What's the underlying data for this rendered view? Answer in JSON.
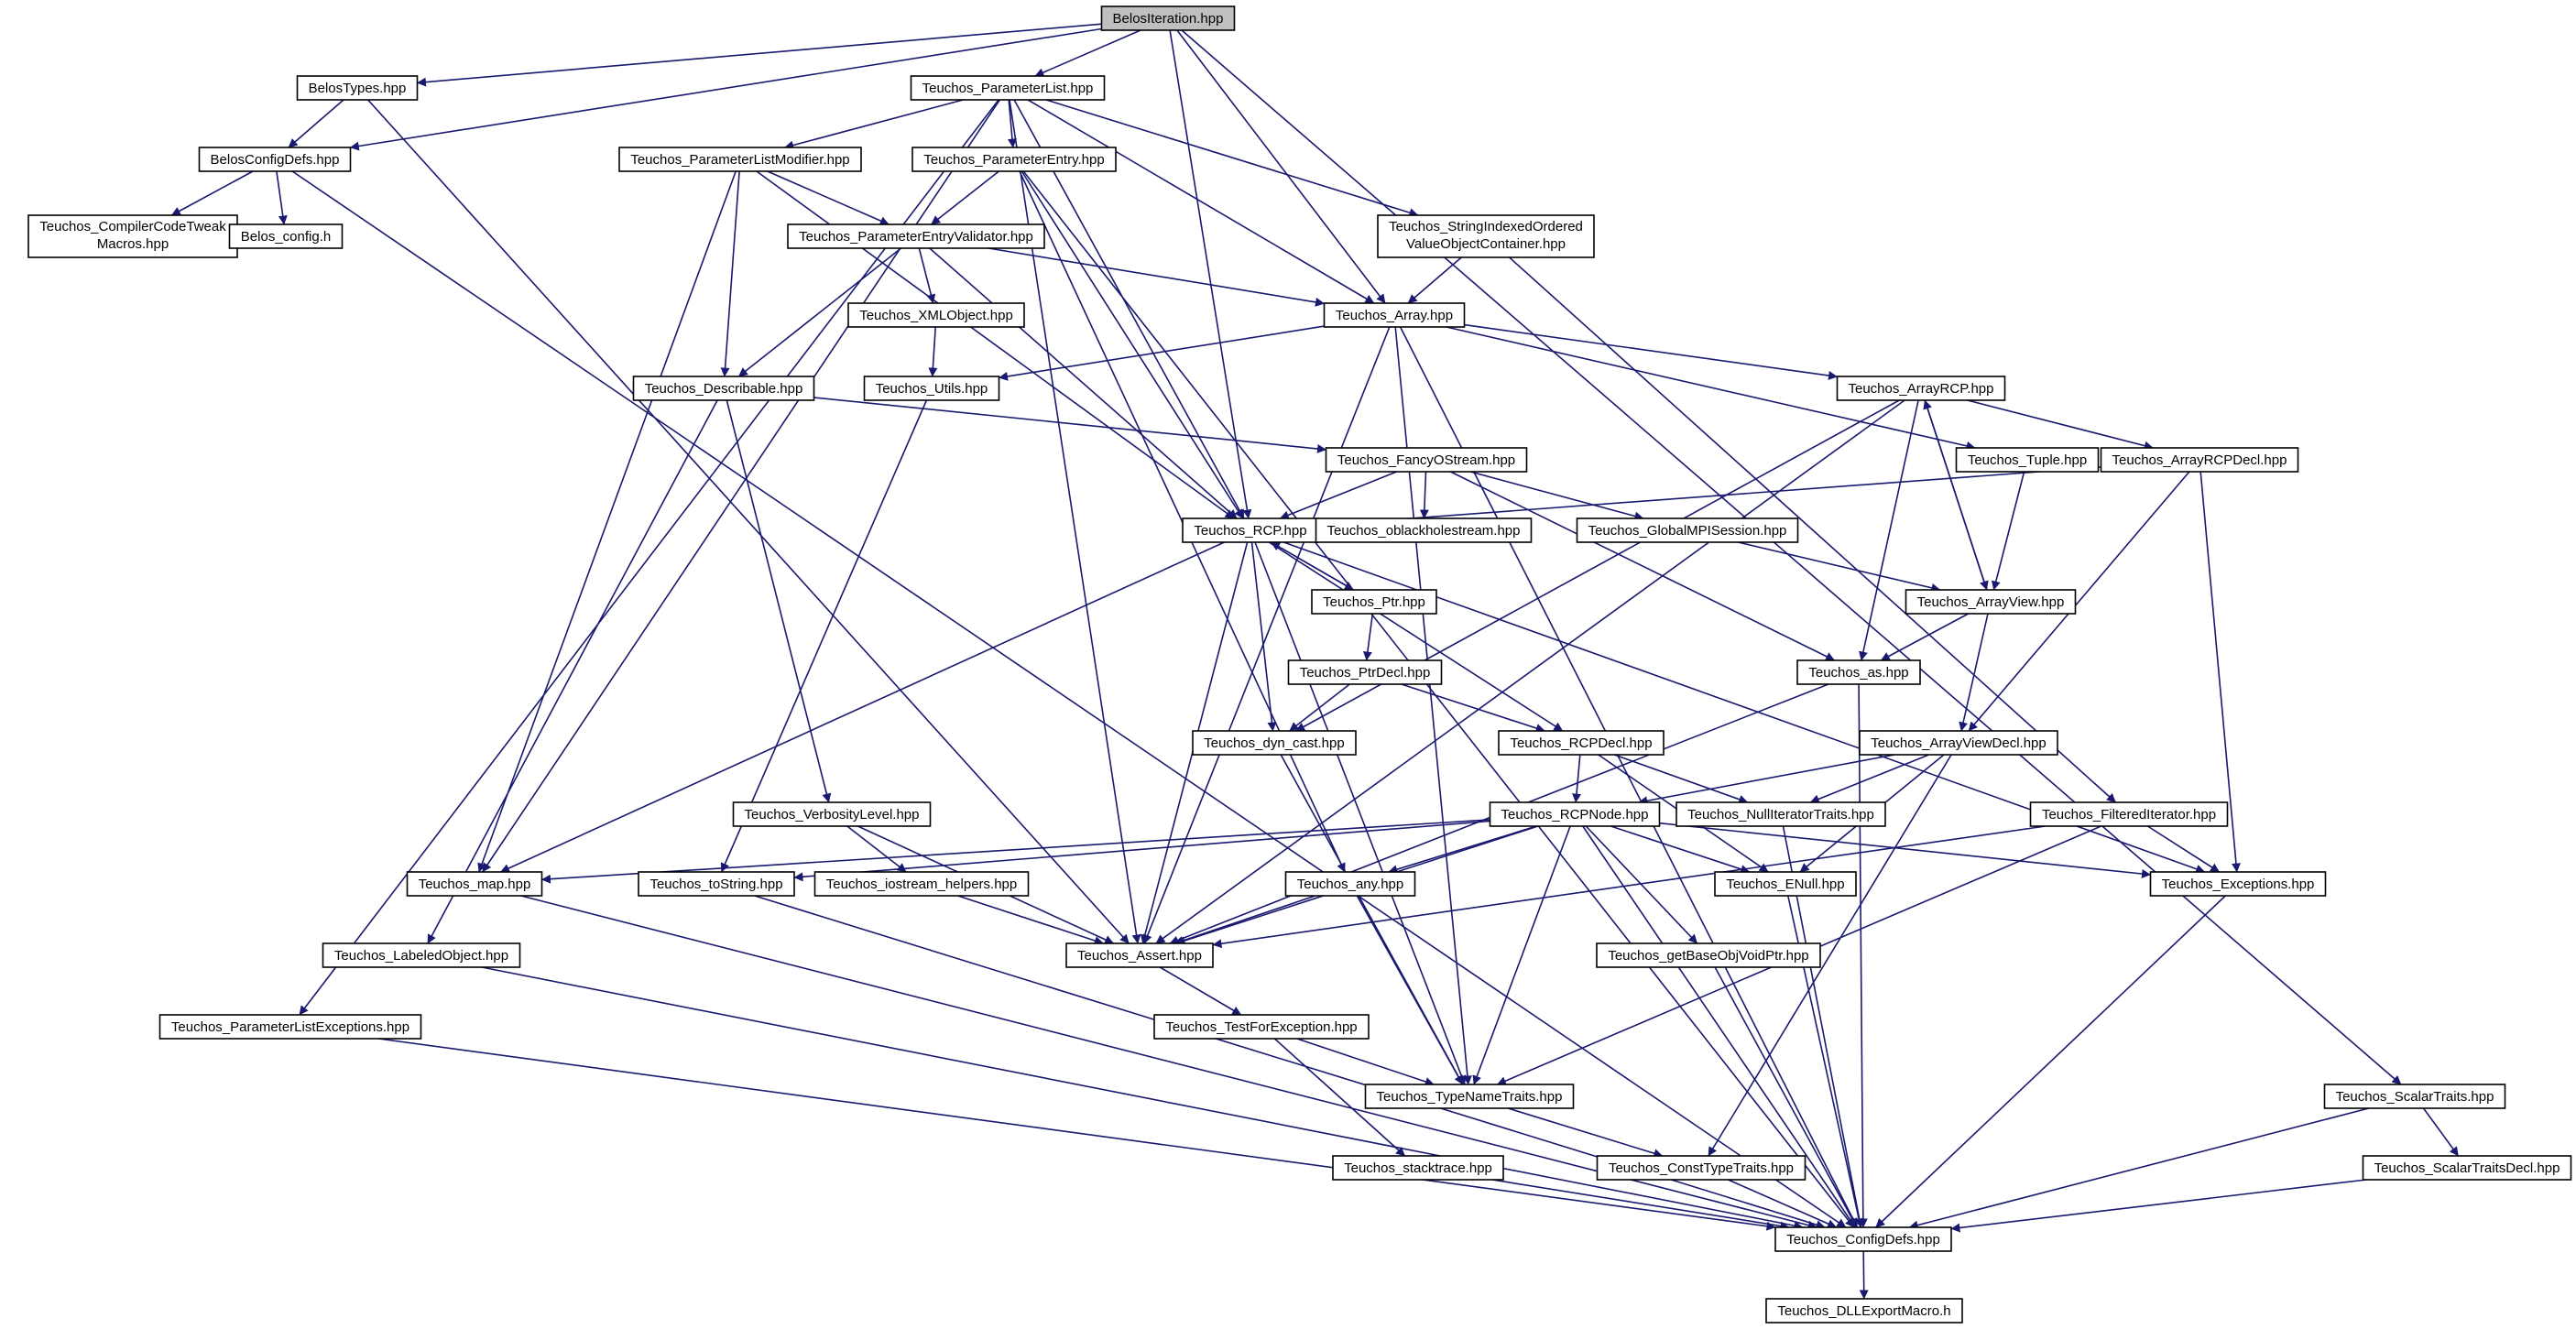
{
  "diagram": {
    "type": "include-dependency-graph",
    "colors": {
      "edge": "#191970",
      "root_fill": "#bfbfbf",
      "node_border": "#000000",
      "undocumented_border": "#ff0000",
      "external_border": "#bfbfbf"
    },
    "nodes": [
      {
        "id": "belos_iteration",
        "lines": [
          "BelosIteration.hpp"
        ],
        "style": "root"
      },
      {
        "id": "belos_types",
        "lines": [
          "BelosTypes.hpp"
        ]
      },
      {
        "id": "param_list",
        "lines": [
          "Teuchos_ParameterList.hpp"
        ]
      },
      {
        "id": "belos_config_defs",
        "lines": [
          "BelosConfigDefs.hpp"
        ]
      },
      {
        "id": "param_list_modifier",
        "lines": [
          "Teuchos_ParameterListModifier.hpp"
        ]
      },
      {
        "id": "param_entry",
        "lines": [
          "Teuchos_ParameterEntry.hpp"
        ]
      },
      {
        "id": "compiler_code_tweak",
        "lines": [
          "Teuchos_CompilerCodeTweak",
          "Macros.hpp"
        ]
      },
      {
        "id": "belos_config_h",
        "lines": [
          "Belos_config.h"
        ],
        "style": "external"
      },
      {
        "id": "string_indexed",
        "lines": [
          "Teuchos_StringIndexedOrdered",
          "ValueObjectContainer.hpp"
        ]
      },
      {
        "id": "param_entry_validator",
        "lines": [
          "Teuchos_ParameterEntryValidator.hpp"
        ]
      },
      {
        "id": "xml_object",
        "lines": [
          "Teuchos_XMLObject.hpp"
        ],
        "style": "undocumented"
      },
      {
        "id": "array",
        "lines": [
          "Teuchos_Array.hpp"
        ]
      },
      {
        "id": "describable",
        "lines": [
          "Teuchos_Describable.hpp"
        ]
      },
      {
        "id": "utils",
        "lines": [
          "Teuchos_Utils.hpp"
        ]
      },
      {
        "id": "array_rcp",
        "lines": [
          "Teuchos_ArrayRCP.hpp"
        ]
      },
      {
        "id": "fancy_ostream",
        "lines": [
          "Teuchos_FancyOStream.hpp"
        ]
      },
      {
        "id": "tuple",
        "lines": [
          "Teuchos_Tuple.hpp"
        ]
      },
      {
        "id": "array_rcp_decl",
        "lines": [
          "Teuchos_ArrayRCPDecl.hpp"
        ]
      },
      {
        "id": "rcp",
        "lines": [
          "Teuchos_RCP.hpp"
        ]
      },
      {
        "id": "oblackhole",
        "lines": [
          "Teuchos_oblackholestream.hpp"
        ],
        "style": "undocumented"
      },
      {
        "id": "global_mpi",
        "lines": [
          "Teuchos_GlobalMPISession.hpp"
        ],
        "style": "undocumented"
      },
      {
        "id": "ptr",
        "lines": [
          "Teuchos_Ptr.hpp"
        ]
      },
      {
        "id": "array_view",
        "lines": [
          "Teuchos_ArrayView.hpp"
        ]
      },
      {
        "id": "ptr_decl",
        "lines": [
          "Teuchos_PtrDecl.hpp"
        ]
      },
      {
        "id": "as",
        "lines": [
          "Teuchos_as.hpp"
        ]
      },
      {
        "id": "dyn_cast",
        "lines": [
          "Teuchos_dyn_cast.hpp"
        ]
      },
      {
        "id": "rcp_decl",
        "lines": [
          "Teuchos_RCPDecl.hpp"
        ]
      },
      {
        "id": "array_view_decl",
        "lines": [
          "Teuchos_ArrayViewDecl.hpp"
        ]
      },
      {
        "id": "verbosity",
        "lines": [
          "Teuchos_VerbosityLevel.hpp"
        ]
      },
      {
        "id": "rcp_node",
        "lines": [
          "Teuchos_RCPNode.hpp"
        ]
      },
      {
        "id": "null_iter",
        "lines": [
          "Teuchos_NullIteratorTraits.hpp"
        ]
      },
      {
        "id": "filtered_iter",
        "lines": [
          "Teuchos_FilteredIterator.hpp"
        ]
      },
      {
        "id": "map",
        "lines": [
          "Teuchos_map.hpp"
        ]
      },
      {
        "id": "to_string",
        "lines": [
          "Teuchos_toString.hpp"
        ]
      },
      {
        "id": "iostream_helpers",
        "lines": [
          "Teuchos_iostream_helpers.hpp"
        ]
      },
      {
        "id": "any",
        "lines": [
          "Teuchos_any.hpp"
        ]
      },
      {
        "id": "enull",
        "lines": [
          "Teuchos_ENull.hpp"
        ]
      },
      {
        "id": "exceptions",
        "lines": [
          "Teuchos_Exceptions.hpp"
        ]
      },
      {
        "id": "labeled_object",
        "lines": [
          "Teuchos_LabeledObject.hpp"
        ]
      },
      {
        "id": "assert",
        "lines": [
          "Teuchos_Assert.hpp"
        ]
      },
      {
        "id": "get_base_obj",
        "lines": [
          "Teuchos_getBaseObjVoidPtr.hpp"
        ],
        "style": "undocumented"
      },
      {
        "id": "param_list_exceptions",
        "lines": [
          "Teuchos_ParameterListExceptions.hpp"
        ]
      },
      {
        "id": "test_for_exception",
        "lines": [
          "Teuchos_TestForException.hpp"
        ]
      },
      {
        "id": "type_name_traits",
        "lines": [
          "Teuchos_TypeNameTraits.hpp"
        ]
      },
      {
        "id": "scalar_traits",
        "lines": [
          "Teuchos_ScalarTraits.hpp"
        ]
      },
      {
        "id": "stacktrace",
        "lines": [
          "Teuchos_stacktrace.hpp"
        ]
      },
      {
        "id": "const_type_traits",
        "lines": [
          "Teuchos_ConstTypeTraits.hpp"
        ]
      },
      {
        "id": "scalar_traits_decl",
        "lines": [
          "Teuchos_ScalarTraitsDecl.hpp"
        ]
      },
      {
        "id": "config_defs",
        "lines": [
          "Teuchos_ConfigDefs.hpp"
        ]
      },
      {
        "id": "dll_export",
        "lines": [
          "Teuchos_DLLExportMacro.h"
        ]
      }
    ],
    "edges": [
      [
        "belos_iteration",
        "belos_types"
      ],
      [
        "belos_iteration",
        "param_list"
      ],
      [
        "belos_iteration",
        "belos_config_defs"
      ],
      [
        "belos_iteration",
        "rcp"
      ],
      [
        "belos_iteration",
        "array"
      ],
      [
        "belos_iteration",
        "scalar_traits"
      ],
      [
        "belos_types",
        "belos_config_defs"
      ],
      [
        "belos_types",
        "assert"
      ],
      [
        "belos_config_defs",
        "compiler_code_tweak"
      ],
      [
        "belos_config_defs",
        "belos_config_h"
      ],
      [
        "belos_config_defs",
        "config_defs"
      ],
      [
        "param_list",
        "param_list_modifier"
      ],
      [
        "param_list",
        "param_entry"
      ],
      [
        "param_list",
        "string_indexed"
      ],
      [
        "param_list",
        "array"
      ],
      [
        "param_list",
        "rcp"
      ],
      [
        "param_list",
        "map"
      ],
      [
        "param_list",
        "param_list_exceptions"
      ],
      [
        "param_list",
        "assert"
      ],
      [
        "param_list_modifier",
        "param_entry_validator"
      ],
      [
        "param_list_modifier",
        "describable"
      ],
      [
        "param_list_modifier",
        "rcp"
      ],
      [
        "param_list_modifier",
        "map"
      ],
      [
        "param_entry",
        "param_entry_validator"
      ],
      [
        "param_entry",
        "rcp"
      ],
      [
        "param_entry",
        "any"
      ],
      [
        "param_entry",
        "config_defs"
      ],
      [
        "string_indexed",
        "array"
      ],
      [
        "string_indexed",
        "filtered_iter"
      ],
      [
        "param_entry_validator",
        "xml_object"
      ],
      [
        "param_entry_validator",
        "array"
      ],
      [
        "param_entry_validator",
        "describable"
      ],
      [
        "param_entry_validator",
        "rcp"
      ],
      [
        "xml_object",
        "utils"
      ],
      [
        "array",
        "utils"
      ],
      [
        "array",
        "array_rcp"
      ],
      [
        "array",
        "tuple"
      ],
      [
        "array",
        "assert"
      ],
      [
        "array",
        "type_name_traits"
      ],
      [
        "array",
        "config_defs"
      ],
      [
        "describable",
        "fancy_ostream"
      ],
      [
        "describable",
        "verbosity"
      ],
      [
        "describable",
        "labeled_object"
      ],
      [
        "utils",
        "to_string"
      ],
      [
        "array_rcp",
        "array_rcp_decl"
      ],
      [
        "array_rcp",
        "array_view"
      ],
      [
        "array_rcp",
        "as"
      ],
      [
        "array_rcp",
        "assert"
      ],
      [
        "array_rcp",
        "dyn_cast"
      ],
      [
        "fancy_ostream",
        "rcp"
      ],
      [
        "fancy_ostream",
        "oblackhole"
      ],
      [
        "fancy_ostream",
        "global_mpi"
      ],
      [
        "fancy_ostream",
        "as"
      ],
      [
        "tuple",
        "array_view"
      ],
      [
        "array_rcp_decl",
        "rcp"
      ],
      [
        "array_rcp_decl",
        "array_view_decl"
      ],
      [
        "array_rcp_decl",
        "exceptions"
      ],
      [
        "rcp",
        "ptr"
      ],
      [
        "rcp",
        "rcp_decl"
      ],
      [
        "rcp",
        "dyn_cast"
      ],
      [
        "rcp",
        "map"
      ],
      [
        "rcp",
        "assert"
      ],
      [
        "rcp",
        "type_name_traits"
      ],
      [
        "rcp",
        "exceptions"
      ],
      [
        "global_mpi",
        "array_view"
      ],
      [
        "ptr",
        "rcp"
      ],
      [
        "ptr",
        "ptr_decl"
      ],
      [
        "array_view",
        "array_rcp"
      ],
      [
        "array_view",
        "as"
      ],
      [
        "array_view",
        "array_view_decl"
      ],
      [
        "ptr_decl",
        "dyn_cast"
      ],
      [
        "ptr_decl",
        "rcp_decl"
      ],
      [
        "as",
        "assert"
      ],
      [
        "as",
        "config_defs"
      ],
      [
        "dyn_cast",
        "type_name_traits"
      ],
      [
        "rcp_decl",
        "rcp_node"
      ],
      [
        "rcp_decl",
        "null_iter"
      ],
      [
        "rcp_decl",
        "enull"
      ],
      [
        "array_view_decl",
        "rcp_node"
      ],
      [
        "array_view_decl",
        "null_iter"
      ],
      [
        "array_view_decl",
        "enull"
      ],
      [
        "array_view_decl",
        "const_type_traits"
      ],
      [
        "verbosity",
        "iostream_helpers"
      ],
      [
        "verbosity",
        "assert"
      ],
      [
        "rcp_node",
        "map"
      ],
      [
        "rcp_node",
        "to_string"
      ],
      [
        "rcp_node",
        "any"
      ],
      [
        "rcp_node",
        "enull"
      ],
      [
        "rcp_node",
        "exceptions"
      ],
      [
        "rcp_node",
        "assert"
      ],
      [
        "rcp_node",
        "get_base_obj"
      ],
      [
        "rcp_node",
        "type_name_traits"
      ],
      [
        "rcp_node",
        "config_defs"
      ],
      [
        "null_iter",
        "config_defs"
      ],
      [
        "filtered_iter",
        "exceptions"
      ],
      [
        "filtered_iter",
        "assert"
      ],
      [
        "filtered_iter",
        "type_name_traits"
      ],
      [
        "map",
        "config_defs"
      ],
      [
        "to_string",
        "config_defs"
      ],
      [
        "iostream_helpers",
        "assert"
      ],
      [
        "any",
        "assert"
      ],
      [
        "any",
        "type_name_traits"
      ],
      [
        "enull",
        "config_defs"
      ],
      [
        "exceptions",
        "config_defs"
      ],
      [
        "labeled_object",
        "config_defs"
      ],
      [
        "assert",
        "test_for_exception"
      ],
      [
        "get_base_obj",
        "config_defs"
      ],
      [
        "param_list_exceptions",
        "config_defs"
      ],
      [
        "test_for_exception",
        "type_name_traits"
      ],
      [
        "test_for_exception",
        "stacktrace"
      ],
      [
        "type_name_traits",
        "const_type_traits"
      ],
      [
        "scalar_traits",
        "scalar_traits_decl"
      ],
      [
        "scalar_traits",
        "config_defs"
      ],
      [
        "stacktrace",
        "config_defs"
      ],
      [
        "const_type_traits",
        "config_defs"
      ],
      [
        "scalar_traits_decl",
        "config_defs"
      ],
      [
        "config_defs",
        "dll_export"
      ]
    ]
  }
}
